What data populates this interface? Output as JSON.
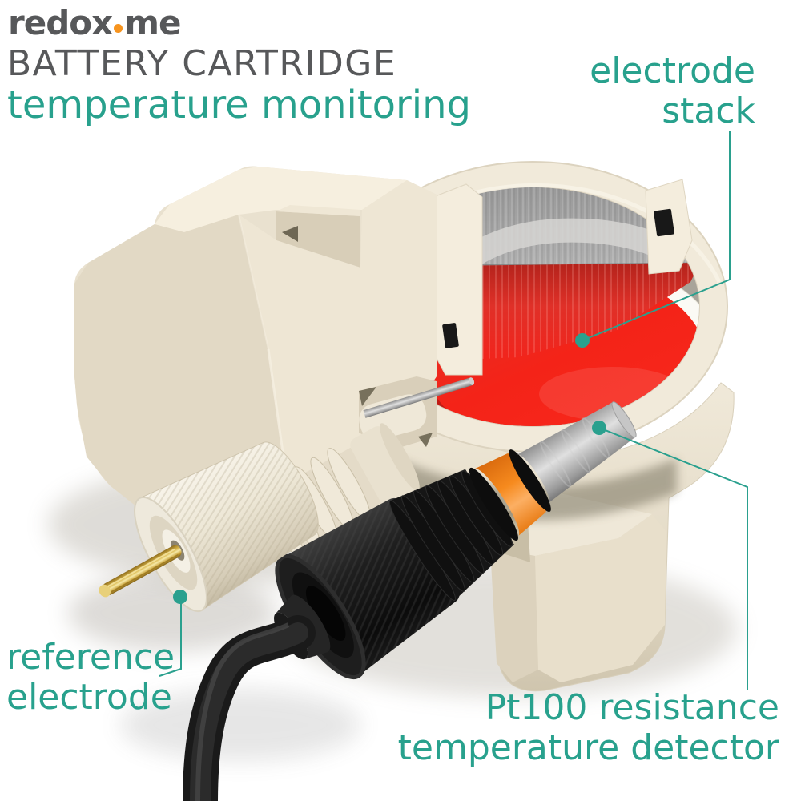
{
  "header": {
    "logo": {
      "part1": "redox",
      "part2": "me"
    },
    "title": "BATTERY CARTRIDGE",
    "subtitle": "temperature monitoring"
  },
  "labels": {
    "electrode_stack": {
      "line1": "electrode",
      "line2": "stack"
    },
    "reference_electrode": {
      "line1": "reference",
      "line2": "electrode"
    },
    "pt100": {
      "line1": "Pt100 resistance",
      "line2": "temperature detector"
    }
  },
  "colors": {
    "accent_teal": "#28A18D",
    "heading_gray": "#57585A",
    "logo_dot_orange": "#F7941E",
    "electrode_stack_red": "#F2241C",
    "housing_cream": "#EDE5D3",
    "sensor_band_orange": "#F68A1E",
    "fitting_black": "#1A1A1A",
    "pin_gold": "#D8B54A"
  }
}
